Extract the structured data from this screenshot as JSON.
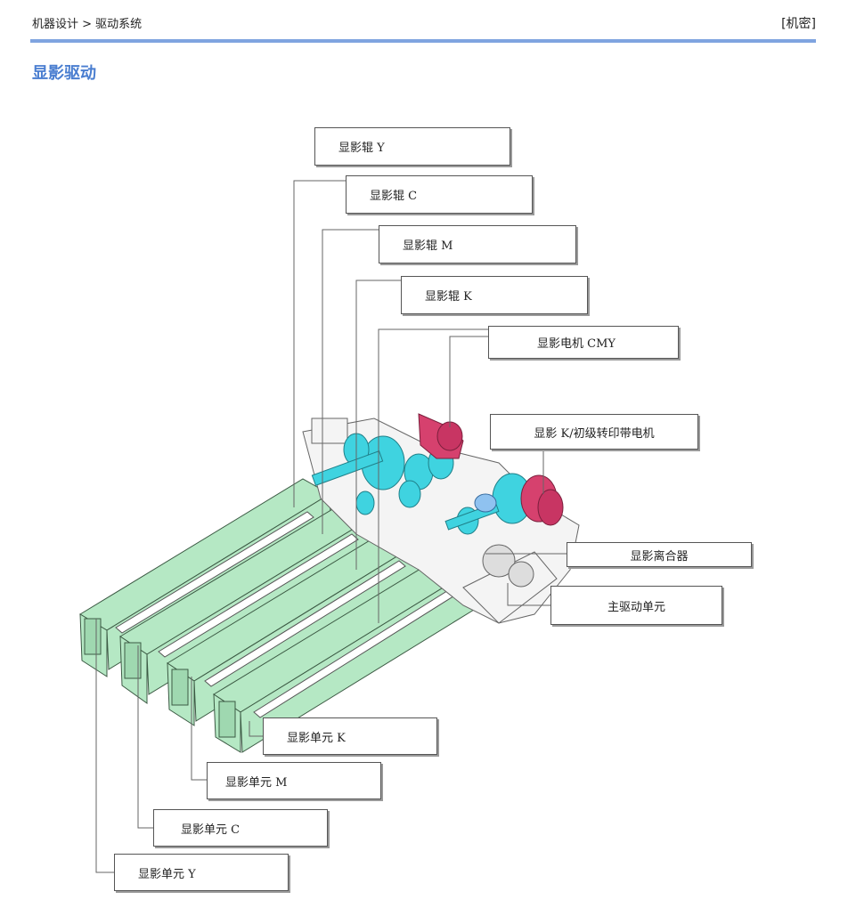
{
  "header": {
    "breadcrumb": "机器设计 > 驱动系统",
    "classification": "[机密]"
  },
  "page": {
    "title": "显影驱动"
  },
  "colors": {
    "accent_rule": "#7fa4e0",
    "title_blue": "#4a7ed0",
    "unit_green": "#b5e8c4",
    "gear_cyan": "#3fd3e0",
    "motor_pink": "#d6416e"
  },
  "callouts": {
    "dev_roller_y": "显影辊 Y",
    "dev_roller_c": "显影辊 C",
    "dev_roller_m": "显影辊 M",
    "dev_roller_k": "显影辊  K",
    "dev_motor_cmy": "显影电机  CMY",
    "dev_k_transfer_motor": "显影  K/初级转印带电机",
    "dev_clutch": "显影离合器",
    "main_drive_unit": "主驱动单元",
    "dev_unit_k": "显影单元  K",
    "dev_unit_m": "显影单元  M",
    "dev_unit_c": "显影单元  C",
    "dev_unit_y": "显影单元  Y"
  }
}
